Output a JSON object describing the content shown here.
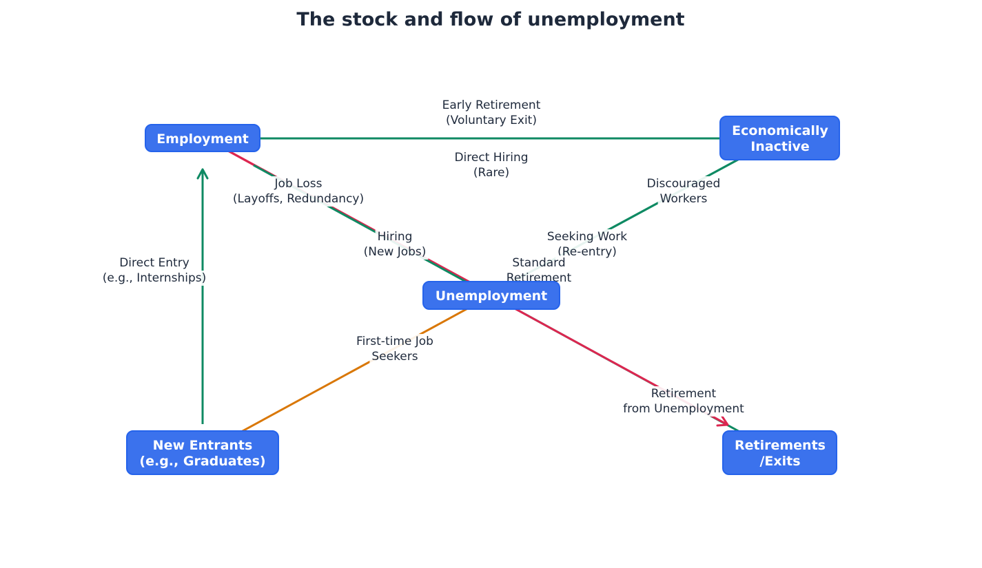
{
  "title": "The stock and flow of unemployment",
  "colors": {
    "node_fill": "#3b72ed",
    "node_border": "#2563eb",
    "node_text": "#ffffff",
    "text": "#1e293b",
    "green": "#0f8a63",
    "red": "#dc2650",
    "orange": "#d97706"
  },
  "nodes": {
    "employment": {
      "lines": [
        "Employment"
      ]
    },
    "inactive": {
      "lines": [
        "Economically",
        "Inactive"
      ]
    },
    "unemployment": {
      "lines": [
        "Unemployment"
      ]
    },
    "entrants": {
      "lines": [
        "New Entrants",
        "(e.g., Graduates)"
      ]
    },
    "retirements": {
      "lines": [
        "Retirements",
        "/Exits"
      ]
    }
  },
  "edges": {
    "early_retirement": {
      "lines": [
        "Early Retirement",
        "(Voluntary Exit)"
      ],
      "color": "green"
    },
    "direct_hiring": {
      "lines": [
        "Direct Hiring",
        "(Rare)"
      ],
      "color": "green"
    },
    "job_loss": {
      "lines": [
        "Job Loss",
        "(Layoffs, Redundancy)"
      ],
      "color": "red"
    },
    "hiring": {
      "lines": [
        "Hiring",
        "(New Jobs)"
      ],
      "color": "red"
    },
    "discouraged": {
      "lines": [
        "Discouraged",
        "Workers"
      ],
      "color": "green"
    },
    "seeking_work": {
      "lines": [
        "Seeking Work",
        "(Re-entry)"
      ],
      "color": "green"
    },
    "standard_retirement": {
      "lines": [
        "Standard",
        "Retirement"
      ],
      "color": "green"
    },
    "direct_entry": {
      "lines": [
        "Direct Entry",
        "(e.g., Internships)"
      ],
      "color": "green"
    },
    "first_time": {
      "lines": [
        "First-time Job",
        "Seekers"
      ],
      "color": "orange"
    },
    "retirement_unemp": {
      "lines": [
        "Retirement",
        "from Unemployment"
      ],
      "color": "red"
    }
  }
}
